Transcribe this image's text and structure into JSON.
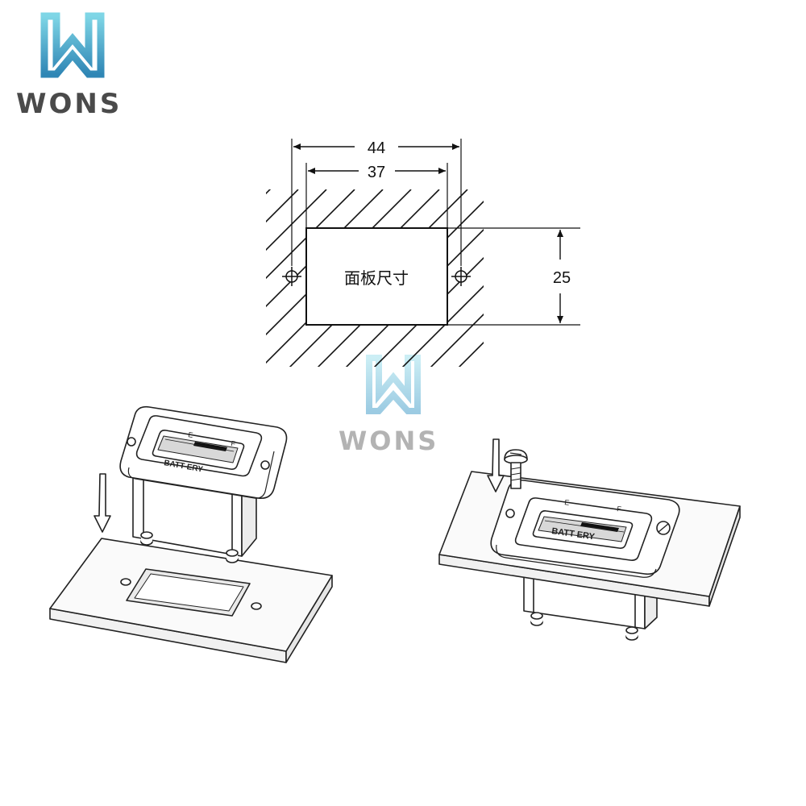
{
  "logo": {
    "brand": "WONS",
    "color_top": "#6ecbe0",
    "color_bottom": "#2f8fb8",
    "text_color": "#4a4a4a"
  },
  "watermark": {
    "brand": "WONS"
  },
  "cutout": {
    "outer_width": "44",
    "inner_width": "37",
    "height": "25",
    "label": "面板尺寸"
  },
  "gauge": {
    "label": "BATT ERY",
    "empty_mark": "E",
    "full_mark": "F"
  }
}
